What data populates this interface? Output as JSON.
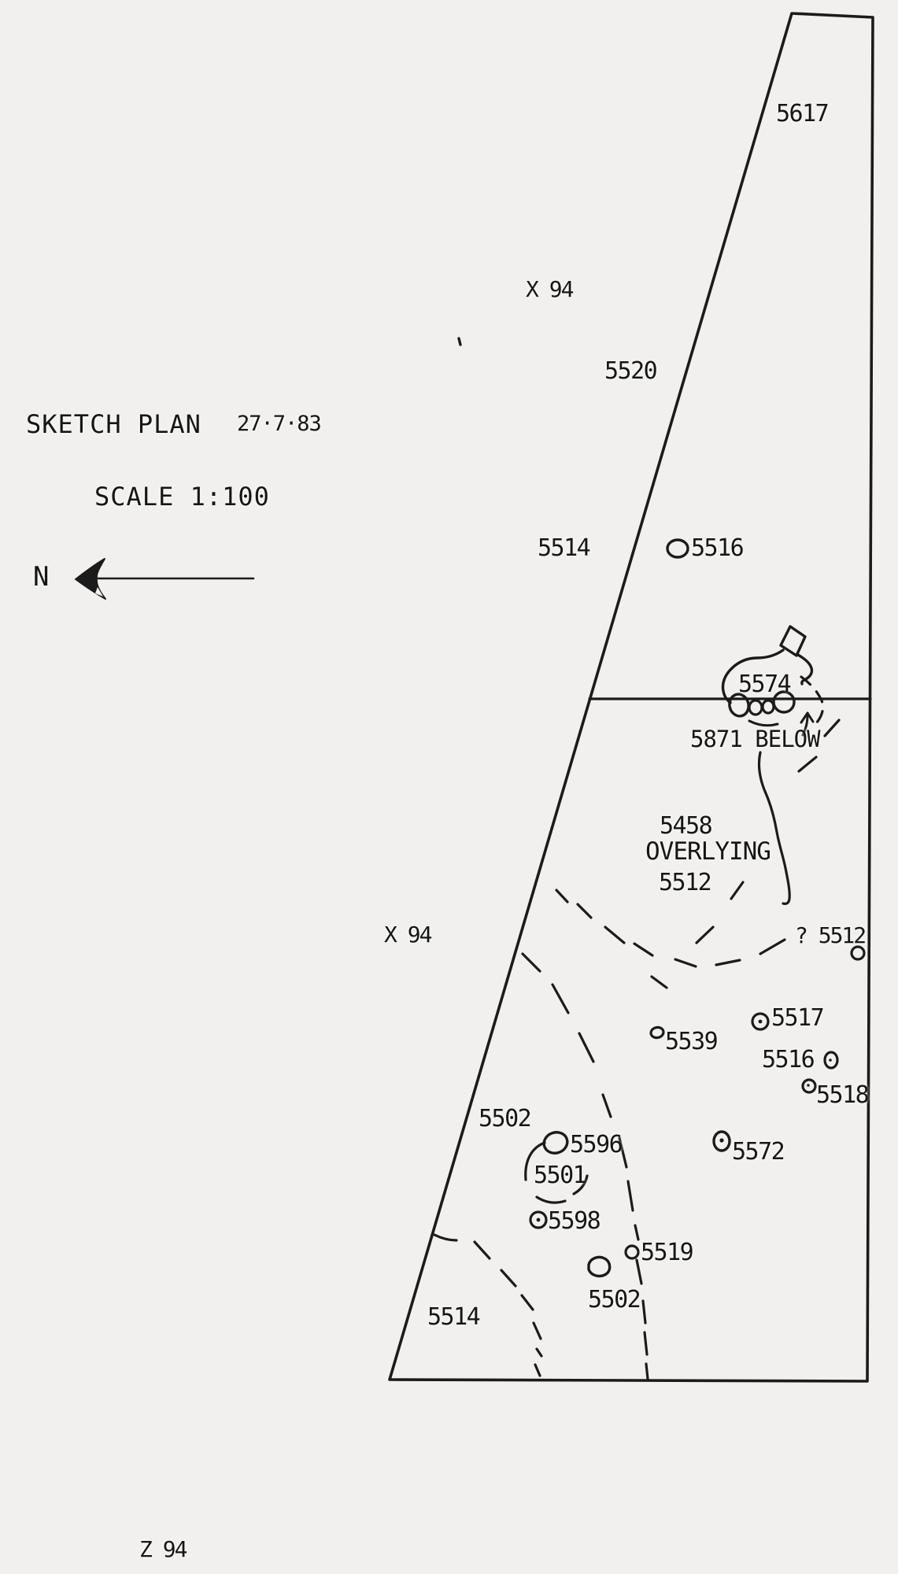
{
  "meta": {
    "ink_color": "#1b1b1b",
    "paper_color": "#f1f0ee",
    "drawing_type": "archaeological sketch plan"
  },
  "header": {
    "title": "SKETCH PLAN",
    "date": "27·7·83",
    "scale": "SCALE 1:100"
  },
  "compass": {
    "north_label": "N"
  },
  "grid_refs": {
    "x94_upper": "X 94",
    "x94_lower": "X 94",
    "z94": "Z 94"
  },
  "context_labels": {
    "c5617": "5617",
    "c5520": "5520",
    "c5514_upper": "5514",
    "c5516_upper": "5516",
    "c5574": "5574",
    "c5871_below": "5871 BELOW",
    "c5458": "5458",
    "overlying": "OVERLYING",
    "c5512": "5512",
    "c5512_query": "? 5512",
    "c5517": "5517",
    "c5539": "5539",
    "c5516_mid": "5516",
    "c5518": "5518",
    "c5502_left": "5502",
    "c5596": "5596",
    "c5501": "5501",
    "c5598": "5598",
    "c5572": "5572",
    "c5519": "5519",
    "c5502_lower": "5502",
    "c5514_lower": "5514"
  }
}
